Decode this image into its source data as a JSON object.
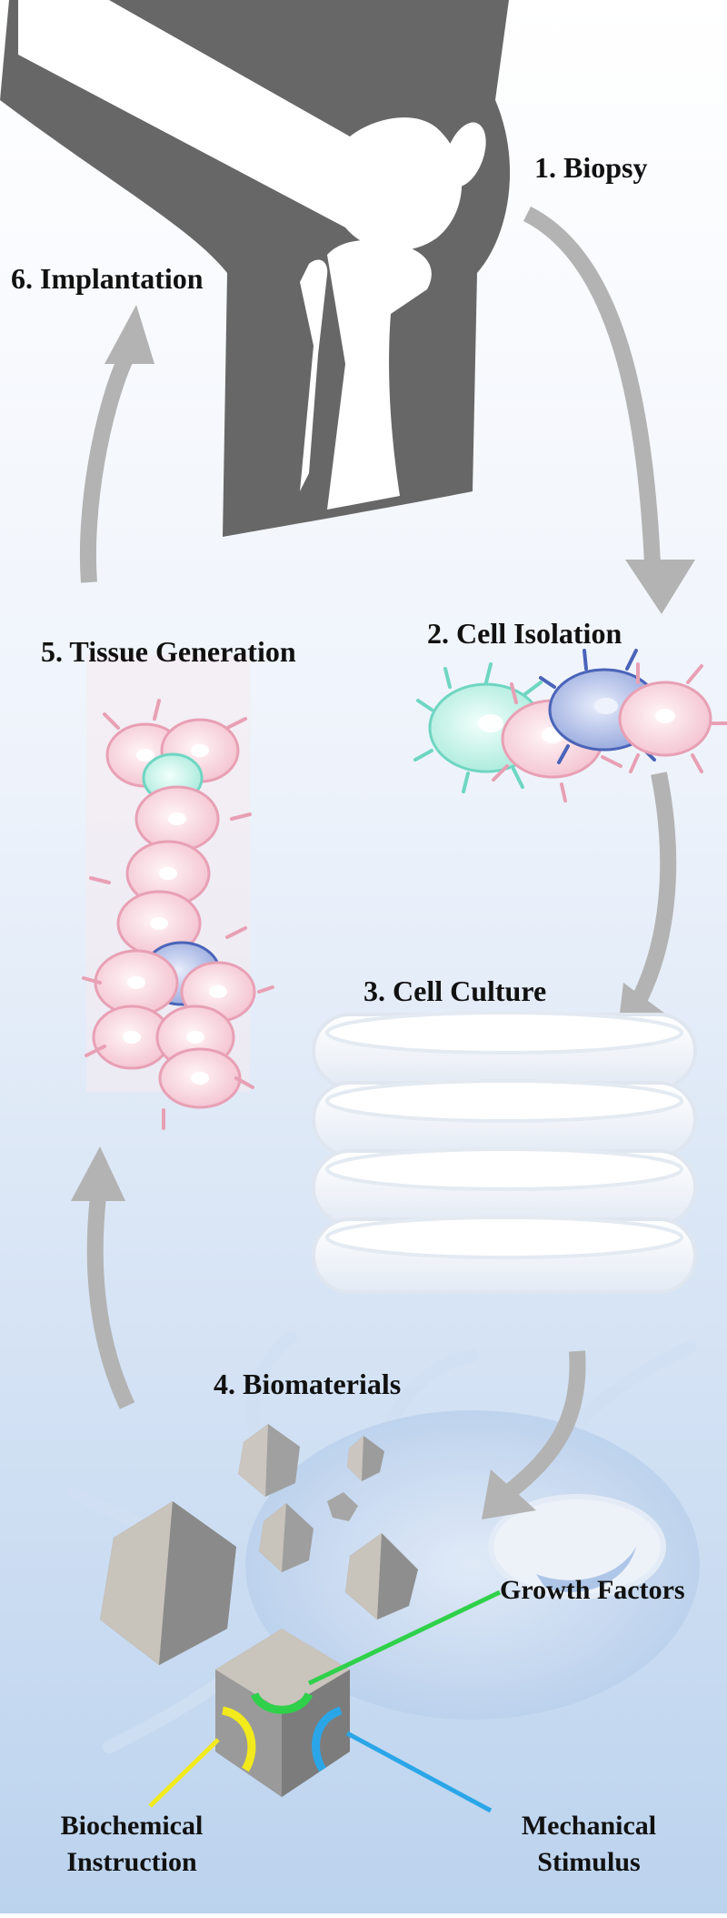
{
  "steps": {
    "biopsy": "1. Biopsy",
    "cell_isolation": "2. Cell Isolation",
    "cell_culture": "3. Cell Culture",
    "biomaterials": "4. Biomaterials",
    "tissue_generation": "5. Tissue Generation",
    "implantation": "6. Implantation"
  },
  "callouts": {
    "growth_factors": "Growth Factors",
    "biochemical_line1": "Biochemical",
    "biochemical_line2": "Instruction",
    "mechanical_line1": "Mechanical",
    "mechanical_line2": "Stimulus"
  },
  "colors": {
    "arrow": "#b3b3b3",
    "knee": "#666666",
    "growth_factors": "#2fd14a",
    "biochemical": "#f2ea1c",
    "mechanical": "#2aa6e8",
    "cell_pink": "#f6cfd8",
    "cell_cyan": "#bff0e6",
    "cell_blue": "#9fb0e0"
  }
}
